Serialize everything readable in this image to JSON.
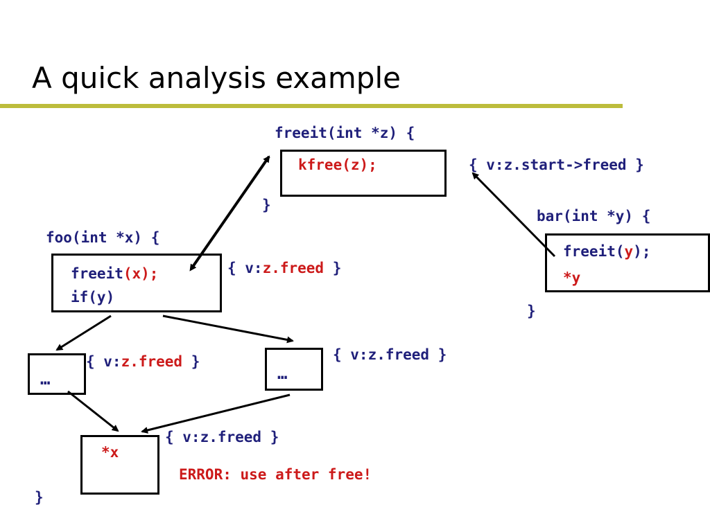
{
  "title": "A quick analysis example",
  "colors": {
    "code": "#1f1f7a",
    "highlight": "#cc1a1a",
    "rule": "#bcbc3c"
  },
  "freeit_fn": {
    "header": "freeit(int *z) {",
    "body": "kfree(z);",
    "close": "}",
    "summary": "{ v:z.start->freed }"
  },
  "bar_fn": {
    "header": "bar(int *y) {",
    "call_prefix": "freeit(",
    "call_arg": "y",
    "call_suffix": ");",
    "deref": "*y",
    "close": "}"
  },
  "foo_fn": {
    "header": "foo(int *x) {",
    "call_prefix": "freeit",
    "call_arg": "(x);",
    "cond": "if(y)",
    "close": "}"
  },
  "states": {
    "after_call_prefix": "{ v:",
    "after_call_val": "z.freed",
    "after_call_suffix": " }",
    "left_branch_prefix": "{ v:",
    "left_branch_val": "z.freed",
    "left_branch_suffix": " }",
    "right_branch": "{ v:z.freed }",
    "merge": "{ v:z.freed }"
  },
  "branches": {
    "left": "…",
    "right": "…"
  },
  "deref_x": "*x",
  "error": "ERROR: use after free!"
}
